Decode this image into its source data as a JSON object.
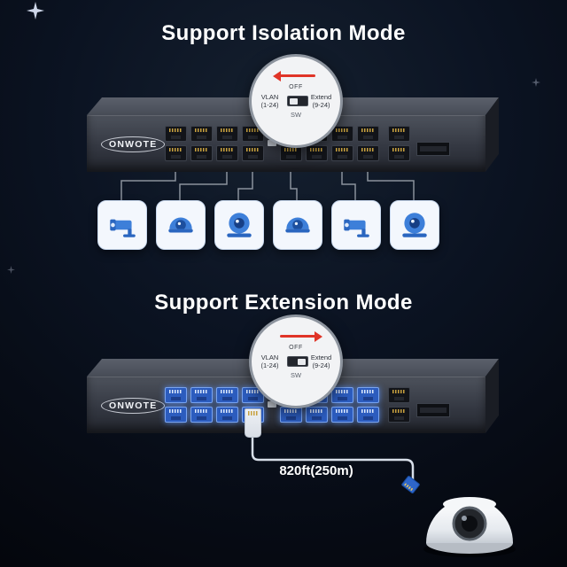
{
  "titles": {
    "isolation": "Support Isolation Mode",
    "extension": "Support Extension Mode"
  },
  "switch": {
    "brand": "ONWOTE",
    "main_ports": 16,
    "uplink_ports": 2,
    "sfp_slots": 1
  },
  "callout": {
    "off": "OFF",
    "vlan_line1": "VLAN",
    "vlan_line2": "(1-24)",
    "extend_line1": "Extend",
    "extend_line2": "(9-24)",
    "sw": "SW",
    "isolation_arrow_direction": "left",
    "extension_arrow_direction": "right"
  },
  "isolation": {
    "camera_count": 6,
    "camera_types": [
      "bullet",
      "dome",
      "turret",
      "dome",
      "bullet",
      "turret"
    ]
  },
  "extension": {
    "cable_label": "820ft(250m)"
  },
  "colors": {
    "background": "#0b1322",
    "accent_red": "#e03427",
    "port_blue": "#2c5cbe",
    "camera_icon_blue": "#3d7fd9",
    "title_text": "#ffffff"
  }
}
